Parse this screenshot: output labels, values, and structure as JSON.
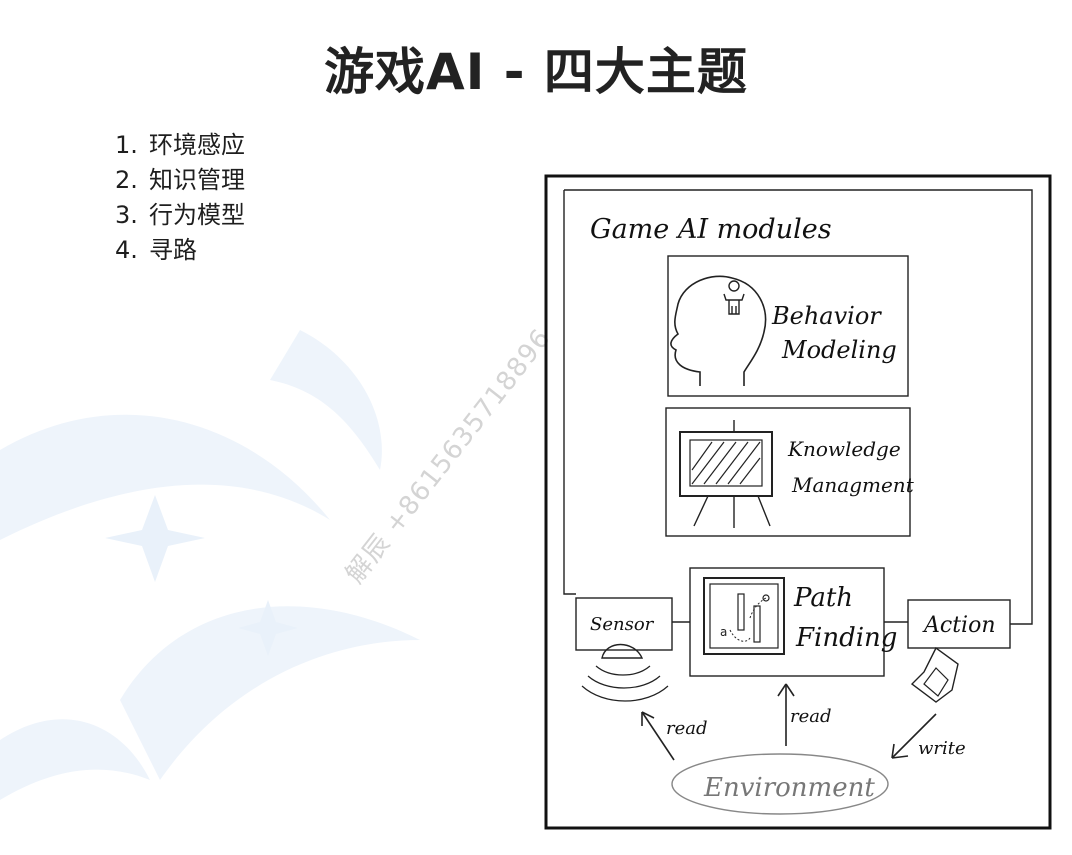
{
  "slide": {
    "title": "游戏AI - 四大主题",
    "topics": [
      {
        "num": "1.",
        "label": "环境感应"
      },
      {
        "num": "2.",
        "label": "知识管理"
      },
      {
        "num": "3.",
        "label": "行为模型"
      },
      {
        "num": "4.",
        "label": "寻路"
      }
    ],
    "watermark": "解辰 +8615635718896"
  },
  "diagram": {
    "heading": "Game AI modules",
    "behavior": [
      "Behavior",
      "Modeling"
    ],
    "knowledge": [
      "Knowledge",
      "Managment"
    ],
    "pathfinding": [
      "Path",
      "Finding"
    ],
    "sensor": "Sensor",
    "action": "Action",
    "environment": "Environment",
    "read_left": "read",
    "read_center": "read",
    "write": "write"
  }
}
